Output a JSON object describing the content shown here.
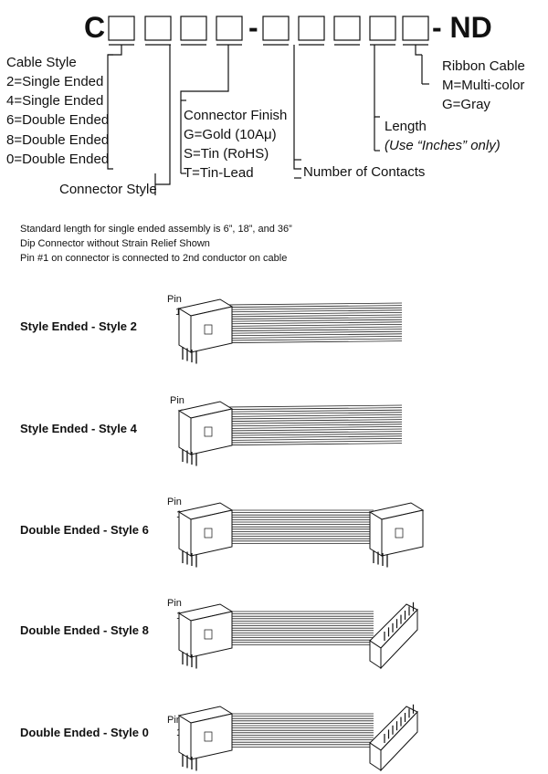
{
  "part_number": {
    "prefix": "C",
    "dash1": "-",
    "suffix": "- ND"
  },
  "fields": {
    "cable_style": {
      "title": "Cable Style",
      "options": [
        "2=Single Ended",
        "4=Single Ended",
        "6=Double Ended",
        "8=Double Ended",
        "0=Double Ended"
      ]
    },
    "connector_style": {
      "title": "Connector Style"
    },
    "connector_finish": {
      "title": "Connector Finish",
      "options": [
        "G=Gold (10Aμ)",
        "S=Tin (RoHS)",
        "T=Tin-Lead"
      ]
    },
    "number_of_contacts": {
      "title": "Number of Contacts"
    },
    "length": {
      "title": "Length",
      "note": "(Use “Inches” only)"
    },
    "ribbon_cable": {
      "title": "Ribbon Cable",
      "options": [
        "M=Multi-color",
        "G=Gray"
      ]
    }
  },
  "notes": [
    "Standard length for single ended assembly is 6”, 18”, and 36”",
    "Dip Connector without Strain Relief Shown",
    "Pin #1 on connector is connected to 2nd conductor on cable"
  ],
  "styles": [
    {
      "label": "Style Ended - Style 2",
      "pin": "Pin",
      "pin_num": "1",
      "ends": "single"
    },
    {
      "label": "Style Ended - Style 4",
      "pin": "Pin",
      "pin_num": "1",
      "ends": "single"
    },
    {
      "label": "Double Ended - Style 6",
      "pin": "Pin",
      "pin_num": "1",
      "ends": "double-parallel"
    },
    {
      "label": "Double Ended - Style 8",
      "pin": "Pin",
      "pin_num": "1",
      "ends": "double-reversed"
    },
    {
      "label": "Double Ended - Style 0",
      "pin": "Pin",
      "pin_num": "1",
      "ends": "double-reversed"
    }
  ]
}
